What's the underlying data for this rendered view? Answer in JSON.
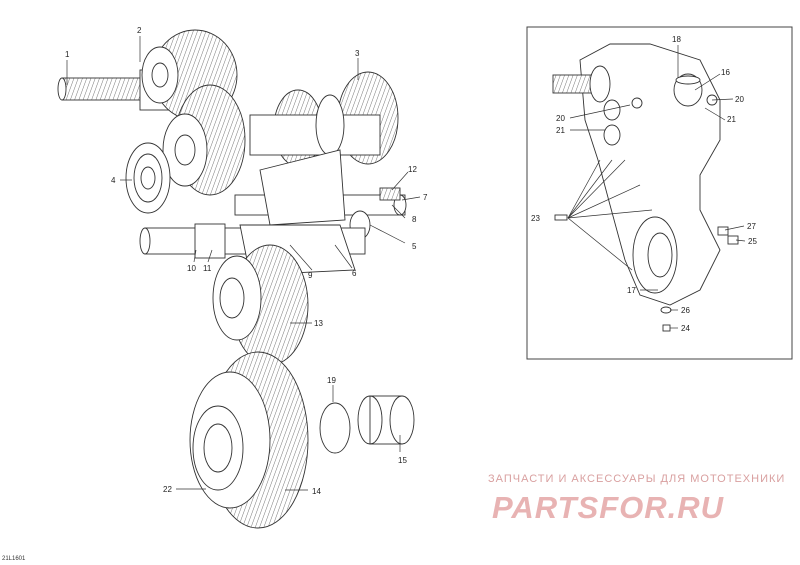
{
  "drawing_code": "21L1601",
  "watermark": {
    "line1": "ЗАПЧАСТИ И АКСЕССУАРЫ ДЛЯ МОТОТЕХНИКИ",
    "line2": "PARTSFOR.RU"
  },
  "callouts": [
    "1",
    "2",
    "3",
    "4",
    "5",
    "6",
    "7",
    "8",
    "9",
    "10",
    "11",
    "12",
    "13",
    "14",
    "15",
    "16",
    "17",
    "18",
    "19",
    "20",
    "20",
    "21",
    "21",
    "22",
    "23",
    "24",
    "25",
    "26",
    "27"
  ]
}
